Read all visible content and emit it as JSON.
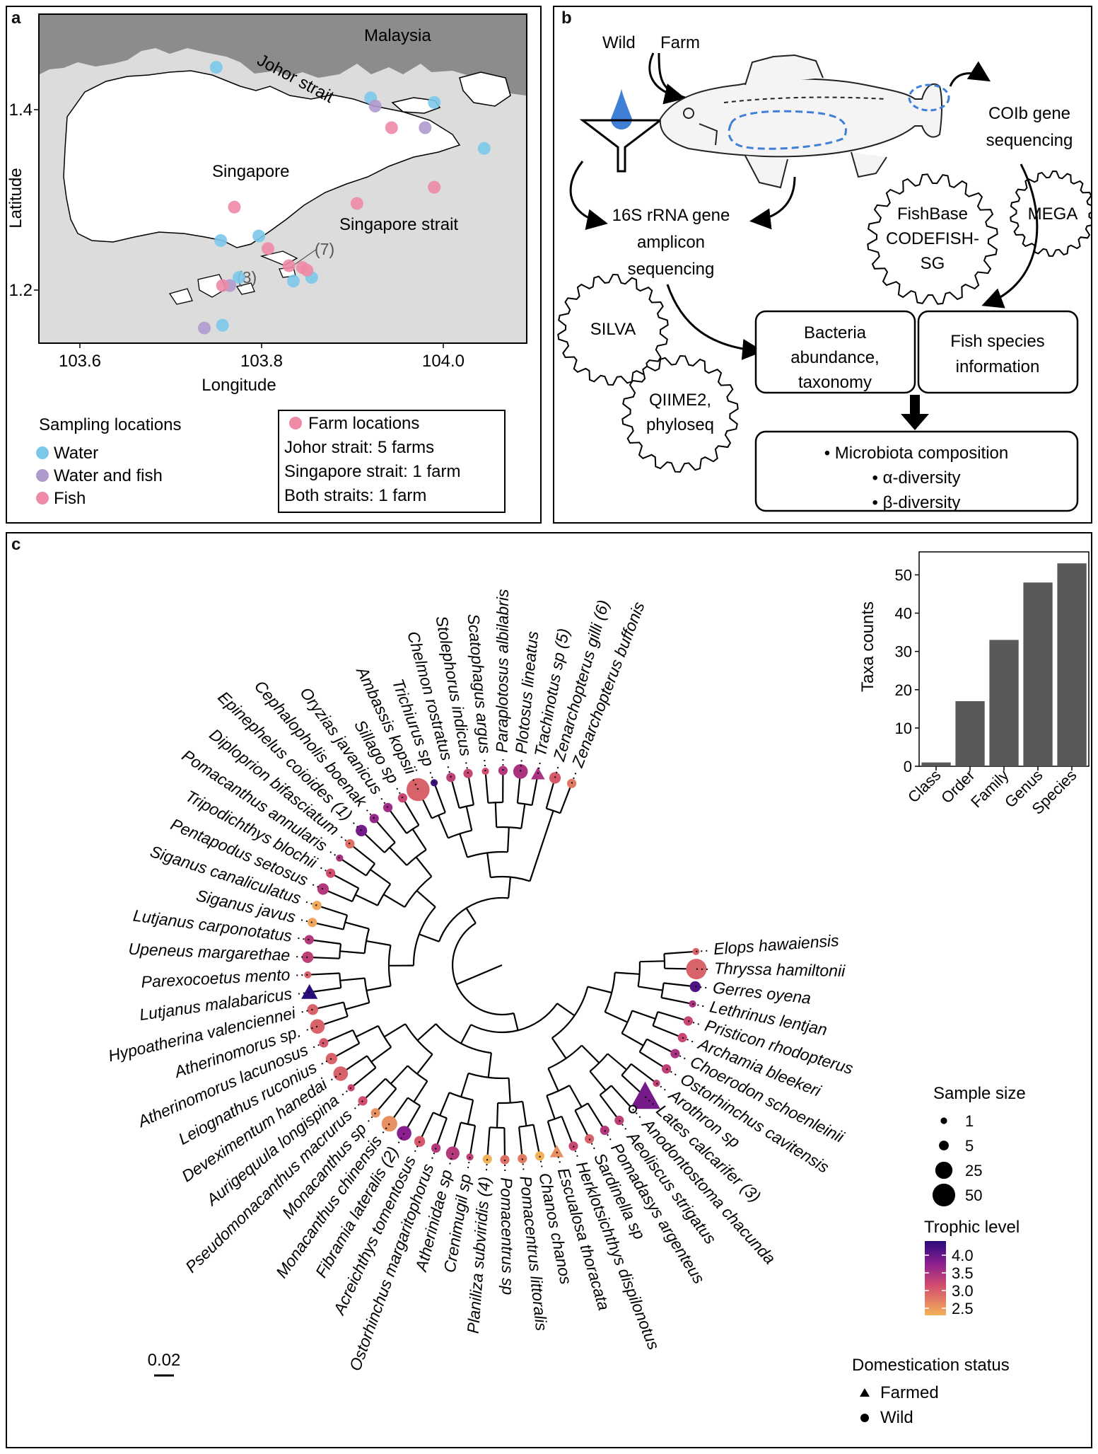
{
  "panel_labels": {
    "a": "a",
    "b": "b",
    "c": "c"
  },
  "map": {
    "region_malaysia": "Malaysia",
    "region_singapore": "Singapore",
    "label_johor": "Johor strait",
    "label_sg_strait": "Singapore strait",
    "ann_7": "(7)",
    "ann_8": "(8)",
    "ylabel": "Latitude",
    "xlabel": "Longitude",
    "xticks": [
      "103.6",
      "103.8",
      "104.0"
    ],
    "yticks": [
      "1.4",
      "1.2"
    ],
    "legend_title": "Sampling locations",
    "legend_items": [
      {
        "label": "Water",
        "color": "#7cc8ea"
      },
      {
        "label": "Water and fish",
        "color": "#b09acd"
      },
      {
        "label": "Fish",
        "color": "#ee8aa6"
      }
    ],
    "farm_box": {
      "title": "Farm locations",
      "lines": [
        "Johor strait: 5 farms",
        "Singapore strait: 1 farm",
        "Both straits: 1 farm"
      ]
    },
    "points": [
      {
        "lon": 103.75,
        "lat": 1.447,
        "type": "Water"
      },
      {
        "lon": 103.92,
        "lat": 1.413,
        "type": "Water"
      },
      {
        "lon": 103.99,
        "lat": 1.408,
        "type": "Water"
      },
      {
        "lon": 104.045,
        "lat": 1.357,
        "type": "Water"
      },
      {
        "lon": 103.797,
        "lat": 1.26,
        "type": "Water"
      },
      {
        "lon": 103.755,
        "lat": 1.255,
        "type": "Water"
      },
      {
        "lon": 103.775,
        "lat": 1.214,
        "type": "Water"
      },
      {
        "lon": 103.855,
        "lat": 1.214,
        "type": "Water"
      },
      {
        "lon": 103.835,
        "lat": 1.21,
        "type": "Water"
      },
      {
        "lon": 103.757,
        "lat": 1.161,
        "type": "Water"
      },
      {
        "lon": 103.925,
        "lat": 1.404,
        "type": "Water and fish"
      },
      {
        "lon": 103.98,
        "lat": 1.38,
        "type": "Water and fish"
      },
      {
        "lon": 103.765,
        "lat": 1.205,
        "type": "Water and fish"
      },
      {
        "lon": 103.737,
        "lat": 1.158,
        "type": "Water and fish"
      },
      {
        "lon": 103.943,
        "lat": 1.38,
        "type": "Fish"
      },
      {
        "lon": 103.99,
        "lat": 1.314,
        "type": "Fish"
      },
      {
        "lon": 103.905,
        "lat": 1.296,
        "type": "Fish"
      },
      {
        "lon": 103.77,
        "lat": 1.292,
        "type": "Fish"
      },
      {
        "lon": 103.807,
        "lat": 1.246,
        "type": "Fish"
      },
      {
        "lon": 103.83,
        "lat": 1.227,
        "type": "Fish"
      },
      {
        "lon": 103.845,
        "lat": 1.225,
        "type": "Fish"
      },
      {
        "lon": 103.85,
        "lat": 1.222,
        "type": "Fish"
      },
      {
        "lon": 103.757,
        "lat": 1.205,
        "type": "Fish"
      }
    ]
  },
  "workflow": {
    "wild": "Wild",
    "farm": "Farm",
    "coi": [
      "COIb gene",
      "sequencing"
    ],
    "amplicon": [
      "16S rRNA gene",
      "amplicon",
      "sequencing"
    ],
    "fishbase": [
      "FishBase",
      "CODEFISH-",
      "SG"
    ],
    "mega": "MEGA",
    "silva": "SILVA",
    "qiime": [
      "QIIME2,",
      "phyloseq"
    ],
    "bacteria": [
      "Bacteria",
      "abundance,",
      "taxonomy"
    ],
    "species_info": [
      "Fish species",
      "information"
    ],
    "outcome": [
      "• Microbiota composition",
      "• α-diversity",
      "• β-diversity"
    ]
  },
  "inset_chart": {
    "chart_data": {
      "type": "bar",
      "categories": [
        "Class",
        "Order",
        "Family",
        "Genus",
        "Species"
      ],
      "values": [
        1,
        17,
        33,
        48,
        53
      ],
      "ylabel": "Taxa counts",
      "ylim": [
        0,
        56
      ],
      "yticks": [
        "0",
        "10",
        "20",
        "30",
        "40",
        "50"
      ],
      "bar_color": "#595959",
      "grid": false
    }
  },
  "tree": {
    "scale_label": "0.02",
    "taxa": [
      {
        "name": "Elops hawaiensis",
        "size": 1,
        "tl": 3.0,
        "farmed": false
      },
      {
        "name": "Thryssa hamiltonii",
        "size": 30,
        "tl": 3.0,
        "farmed": false
      },
      {
        "name": "Gerres oyena",
        "size": 5,
        "tl": 4.2,
        "farmed": false
      },
      {
        "name": "Lethrinus lentjan",
        "size": 1,
        "tl": 3.6,
        "farmed": false
      },
      {
        "name": "Pristicon rhodopterus",
        "size": 3,
        "tl": 3.3,
        "farmed": false
      },
      {
        "name": "Archamia bleekeri",
        "size": 3,
        "tl": 3.3,
        "farmed": false
      },
      {
        "name": "Choerodon schoenleinii",
        "size": 3,
        "tl": 3.6,
        "farmed": false
      },
      {
        "name": "Ostorhinchus cavitensis",
        "size": 3,
        "tl": 3.4,
        "farmed": false
      },
      {
        "name": "Arothron sp",
        "size": 1,
        "tl": 3.4,
        "farmed": false
      },
      {
        "name": "Lates calcarifer (3)",
        "size": 50,
        "tl": 4.0,
        "farmed": true
      },
      {
        "name": "Anodontostoma chacunda",
        "size": 1,
        "tl": 2.0,
        "farmed": false,
        "hollow": true
      },
      {
        "name": "Aeoliscus strigatus",
        "size": 3,
        "tl": 3.4,
        "farmed": false
      },
      {
        "name": "Pomadasys argenteus",
        "size": 3,
        "tl": 3.5,
        "farmed": false
      },
      {
        "name": "Sardinella sp",
        "size": 3,
        "tl": 3.0,
        "farmed": false
      },
      {
        "name": "Herklotsichthys dispilonotus",
        "size": 3,
        "tl": 3.3,
        "farmed": false
      },
      {
        "name": "Escualosa thoracata",
        "size": 6,
        "tl": 2.6,
        "farmed": true
      },
      {
        "name": "Chanos chanos",
        "size": 3,
        "tl": 2.3,
        "farmed": false
      },
      {
        "name": "Pomacentrus littoralis",
        "size": 3,
        "tl": 2.8,
        "farmed": false
      },
      {
        "name": "Pomacentrus sp",
        "size": 3,
        "tl": 2.9,
        "farmed": false
      },
      {
        "name": "Planiliza subviridis (4)",
        "size": 3,
        "tl": 2.3,
        "farmed": false
      },
      {
        "name": "Crenimugil sp",
        "size": 1,
        "tl": 3.4,
        "farmed": false
      },
      {
        "name": "Atherinidae sp",
        "size": 10,
        "tl": 3.5,
        "farmed": false
      },
      {
        "name": "Ostorhinchus margaritophorus",
        "size": 3,
        "tl": 3.5,
        "farmed": false
      },
      {
        "name": "Acreichthys tomentosus",
        "size": 5,
        "tl": 3.1,
        "farmed": false
      },
      {
        "name": "Fibramia lateralis (2)",
        "size": 12,
        "tl": 3.9,
        "farmed": false
      },
      {
        "name": "Monacanthus chinensis",
        "size": 15,
        "tl": 2.6,
        "farmed": false
      },
      {
        "name": "Monacanthus sp",
        "size": 3,
        "tl": 2.6,
        "farmed": false
      },
      {
        "name": "Pseudomonacanthus macrurus",
        "size": 3,
        "tl": 3.2,
        "farmed": false
      },
      {
        "name": "Aurigequula longispina",
        "size": 1,
        "tl": 3.3,
        "farmed": false
      },
      {
        "name": "Deveximentum hanedai",
        "size": 12,
        "tl": 3.0,
        "farmed": false
      },
      {
        "name": "Leiognathus ruconius",
        "size": 6,
        "tl": 3.0,
        "farmed": false
      },
      {
        "name": "Atherinomorus lacunosus",
        "size": 3,
        "tl": 3.1,
        "farmed": false
      },
      {
        "name": "Atherinomorus sp.",
        "size": 12,
        "tl": 3.0,
        "farmed": false
      },
      {
        "name": "Hypoatherina valenciennei",
        "size": 5,
        "tl": 3.0,
        "farmed": false
      },
      {
        "name": "Lutjanus malabaricus",
        "size": 10,
        "tl": 4.4,
        "farmed": true
      },
      {
        "name": "Parexocoetus mento",
        "size": 1,
        "tl": 3.0,
        "farmed": false
      },
      {
        "name": "Upeneus margarethae",
        "size": 6,
        "tl": 3.4,
        "farmed": false
      },
      {
        "name": "Lutjanus carponotatus",
        "size": 3,
        "tl": 3.5,
        "farmed": false
      },
      {
        "name": "Siganus javus",
        "size": 3,
        "tl": 2.4,
        "farmed": false
      },
      {
        "name": "Siganus canaliculatus",
        "size": 3,
        "tl": 2.4,
        "farmed": false
      },
      {
        "name": "Pentapodus setosus",
        "size": 6,
        "tl": 3.5,
        "farmed": false
      },
      {
        "name": "Tripodichthys blochii",
        "size": 3,
        "tl": 3.2,
        "farmed": false
      },
      {
        "name": "Pomacanthus annularis",
        "size": 1,
        "tl": 3.6,
        "farmed": false
      },
      {
        "name": "Diploprion bifasciatum",
        "size": 3,
        "tl": 2.9,
        "farmed": false
      },
      {
        "name": "Epinephelus coioides (1)",
        "size": 6,
        "tl": 4.0,
        "farmed": false
      },
      {
        "name": "Cephalopholis boenak",
        "size": 3,
        "tl": 3.8,
        "farmed": false
      },
      {
        "name": "Oryzias javanicus",
        "size": 3,
        "tl": 3.7,
        "farmed": false
      },
      {
        "name": "Sillago sp",
        "size": 3,
        "tl": 3.3,
        "farmed": false
      },
      {
        "name": "Ambassis kopsii",
        "size": 40,
        "tl": 3.0,
        "farmed": false
      },
      {
        "name": "Trichiurus sp",
        "size": 1,
        "tl": 4.3,
        "farmed": false
      },
      {
        "name": "Chelmon rostratus",
        "size": 3,
        "tl": 3.4,
        "farmed": false
      },
      {
        "name": "Stolephorus indicus",
        "size": 3,
        "tl": 3.3,
        "farmed": false
      },
      {
        "name": "Scatophagus argus",
        "size": 1,
        "tl": 3.2,
        "farmed": false
      },
      {
        "name": "Paraplotosus albilabris",
        "size": 3,
        "tl": 3.5,
        "farmed": false
      },
      {
        "name": "Plotosus lineatus",
        "size": 12,
        "tl": 3.6,
        "farmed": false
      },
      {
        "name": "Trachinotus sp (5)",
        "size": 6,
        "tl": 3.6,
        "farmed": true
      },
      {
        "name": "Zenarchopterus gilli (6)",
        "size": 6,
        "tl": 3.1,
        "farmed": false
      },
      {
        "name": "Zenarchopterus buffonis",
        "size": 3,
        "tl": 2.8,
        "farmed": false
      }
    ]
  },
  "legend": {
    "size_title": "Sample size",
    "sizes": [
      {
        "label": "1",
        "n": 1
      },
      {
        "label": "5",
        "n": 5
      },
      {
        "label": "25",
        "n": 25
      },
      {
        "label": "50",
        "n": 50
      }
    ],
    "trophic_title": "Trophic level",
    "trophic_ticks": [
      "4.0",
      "3.5",
      "3.0",
      "2.5"
    ],
    "domestication_title": "Domestication status",
    "farmed": "Farmed",
    "wild": "Wild"
  }
}
